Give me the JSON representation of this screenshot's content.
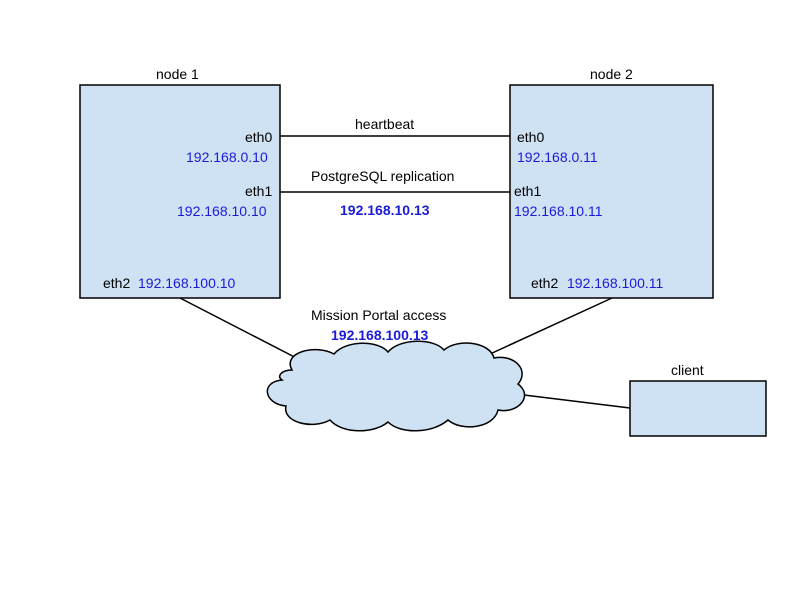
{
  "node1": {
    "title": "node 1",
    "eth0_label": "eth0",
    "eth0_ip": "192.168.0.10",
    "eth1_label": "eth1",
    "eth1_ip": "192.168.10.10",
    "eth2_label": "eth2",
    "eth2_ip": "192.168.100.10"
  },
  "node2": {
    "title": "node 2",
    "eth0_label": "eth0",
    "eth0_ip": "192.168.0.11",
    "eth1_label": "eth1",
    "eth1_ip": "192.168.10.11",
    "eth2_label": "eth2",
    "eth2_ip": "192.168.100.11"
  },
  "links": {
    "heartbeat": "heartbeat",
    "replication": "PostgreSQL replication",
    "replication_vip": "192.168.10.13",
    "portal": "Mission Portal access",
    "portal_vip": "192.168.100.13"
  },
  "client": {
    "title": "client"
  },
  "colors": {
    "box_fill": "#cfe2f3",
    "ip_text": "#1a1adb",
    "stroke": "#000000"
  }
}
